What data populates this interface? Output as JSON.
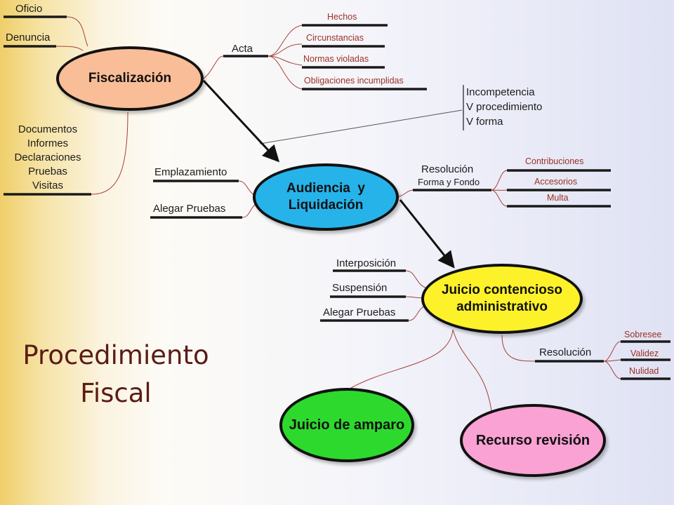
{
  "title": [
    "Procedimiento",
    "Fiscal"
  ],
  "nodes": {
    "fiscalizacion": "Fiscalización",
    "audiencia": [
      "Audiencia  y",
      "Liquidación"
    ],
    "juicio_contencioso": [
      "Juicio contencioso",
      "administrativo"
    ],
    "juicio_amparo": "Juicio de amparo",
    "recurso_revision": "Recurso revisión"
  },
  "fiscalizacion_inputs": {
    "oficio": "Oficio",
    "denuncia": "Denuncia",
    "documentos": [
      "Documentos",
      "Informes",
      "Declaraciones",
      "Pruebas",
      "Visitas"
    ]
  },
  "acta": {
    "label": "Acta",
    "items": [
      "Hechos",
      "Circunstancias",
      "Normas violadas",
      "Obligaciones incumplidas"
    ]
  },
  "nulidad_causas": [
    "Incompetencia",
    "V procedimiento",
    "V forma"
  ],
  "audiencia_inputs": [
    "Emplazamiento",
    "Alegar Pruebas"
  ],
  "resolucion_liquidacion": {
    "label": "Resolución",
    "sublabel": "Forma y Fondo",
    "items": [
      "Contribuciones",
      "Accesorios",
      "Multa"
    ]
  },
  "juicio_inputs": [
    "Interposición",
    "Suspensión",
    "Alegar Pruebas"
  ],
  "resolucion_juicio": {
    "label": "Resolución",
    "items": [
      "Sobresee",
      "Validez",
      "Nulidad"
    ]
  },
  "colors": {
    "fiscalizacion": "#f9bd97",
    "audiencia": "#26b3ea",
    "juicio_contencioso": "#fdf22a",
    "juicio_amparo": "#2ed92e",
    "recurso_revision": "#f9a2d3",
    "branch": "#a5403a",
    "title": "#5a1c17"
  }
}
